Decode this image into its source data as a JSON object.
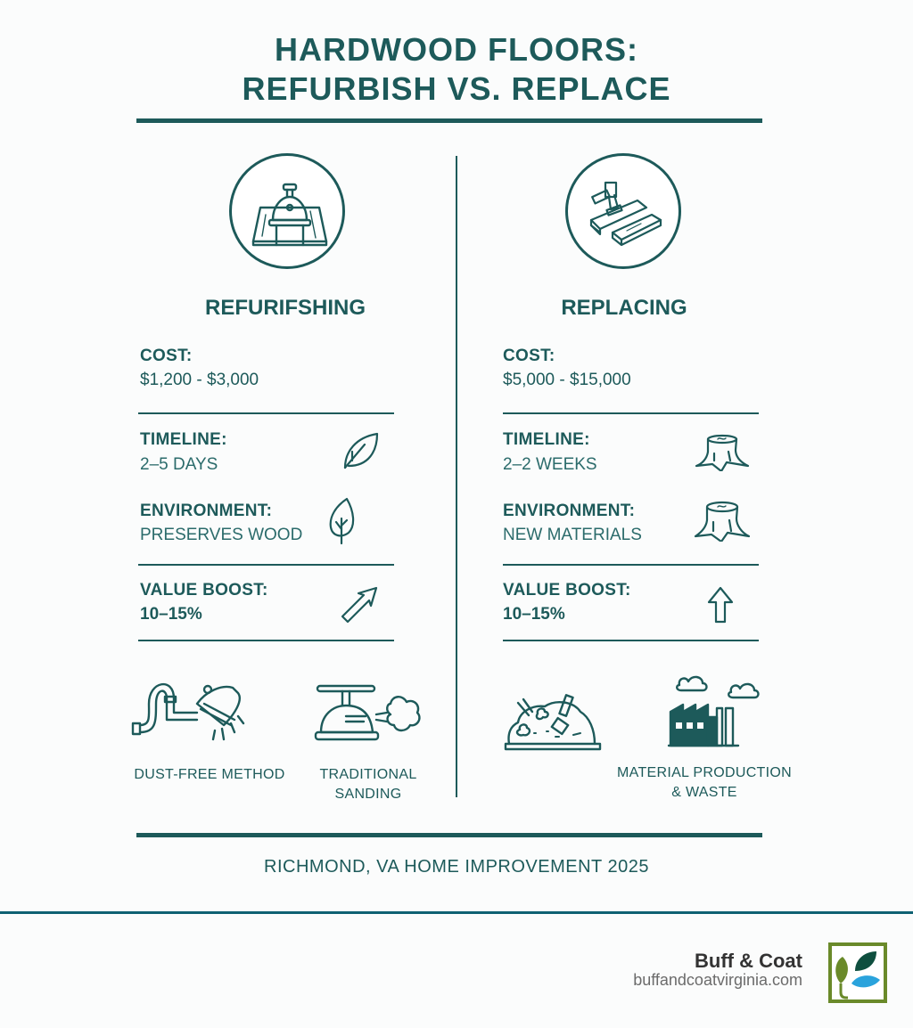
{
  "header": {
    "title_line1": "HARDWOOD FLOORS:",
    "title_line2": "REFURBISH VS. REPLACE"
  },
  "colors": {
    "primary": "#1d5a5a",
    "footer_band": "#0e6172",
    "background": "#fbfcfc",
    "logo_green": "#6a8a2a",
    "logo_dark": "#0f4f3f",
    "logo_blue": "#2aa3dc"
  },
  "columns": [
    {
      "heading": "REFURIFSHING",
      "hero_icon": "floor-sander-on-planks-icon",
      "rows": [
        {
          "label": "COST:",
          "value": "$1,200 - $3,000",
          "icon": null
        },
        {
          "label": "TIMELINE:",
          "value": "2–5 DAYS",
          "icon": "leaf-icon"
        },
        {
          "label": "ENVIRONMENT:",
          "value": "PRESERVES WOOD",
          "icon": "leaf-icon"
        },
        {
          "label": "VALUE BOOST:",
          "value": "10–15%",
          "icon": "arrow-up-right-icon"
        }
      ],
      "methods": [
        {
          "icon": "shower-head-icon",
          "caption": "DUST-FREE METHOD"
        },
        {
          "icon": "sander-dust-cloud-icon",
          "caption_line1": "TRADITIONAL",
          "caption_line2": "SANDING"
        }
      ]
    },
    {
      "heading": "REPLACING",
      "hero_icon": "hammer-on-planks-icon",
      "rows": [
        {
          "label": "COST:",
          "value": "$5,000 - $15,000",
          "icon": null
        },
        {
          "label": "TIMELINE:",
          "value": "2–2 WEEKS",
          "icon": "tree-stump-icon"
        },
        {
          "label": "ENVIRONMENT:",
          "value": "NEW MATERIALS",
          "icon": "tree-stump-icon"
        },
        {
          "label": "VALUE BOOST:",
          "value": "10–15%",
          "icon": "arrow-up-icon"
        }
      ],
      "methods": [
        {
          "icon": "waste-pile-icon"
        },
        {
          "icon": "factory-icon",
          "caption_line1": "MATERIAL PRODUCTION",
          "caption_line2": "& WASTE"
        }
      ]
    }
  ],
  "footer": {
    "tagline": "RICHMOND, VA HOME IMPROVEMENT 2025"
  },
  "brand": {
    "name": "Buff & Coat",
    "url": "buffandcoatvirginia.com",
    "logo_icon": "leaf-logo-icon"
  }
}
